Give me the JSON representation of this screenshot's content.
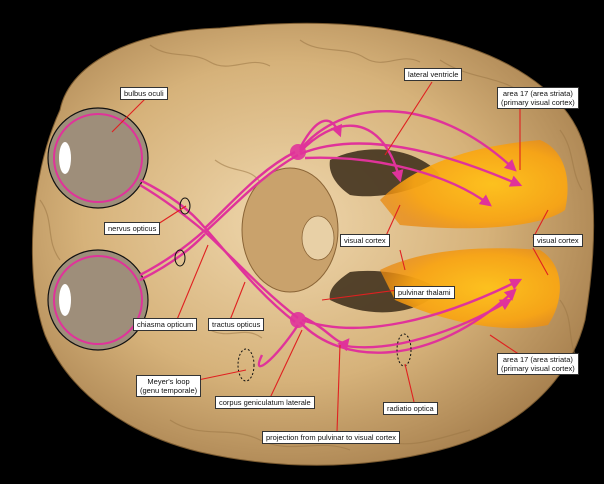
{
  "colors": {
    "background": "#000000",
    "tissue": "#d8b98a",
    "pathway": "#e0339a",
    "cortex_highlight": "#f7a91a",
    "leader_line": "#e02020"
  },
  "labels": {
    "bulbus_oculi": "bulbus oculi",
    "lateral_ventricle": "lateral ventricle",
    "area17_top_line1": "area 17 (area striata)",
    "area17_top_line2": "(primary visual cortex)",
    "nervus_opticus": "nervus opticus",
    "visual_cortex_center": "visual cortex",
    "visual_cortex_right": "visual cortex",
    "pulvinar_thalami": "pulvinar thalami",
    "chiasma_opticum": "chiasma opticum",
    "tractus_opticus": "tractus opticus",
    "area17_bottom_line1": "area 17 (area striata)",
    "area17_bottom_line2": "(primary visual cortex)",
    "meyers_loop_line1": "Meyer's loop",
    "meyers_loop_line2": "(genu temporale)",
    "corpus_geniculatum": "corpus geniculatum laterale",
    "radiatio_optica": "radiatio optica",
    "projection_pulvinar": "projection from pulvinar to visual cortex"
  }
}
